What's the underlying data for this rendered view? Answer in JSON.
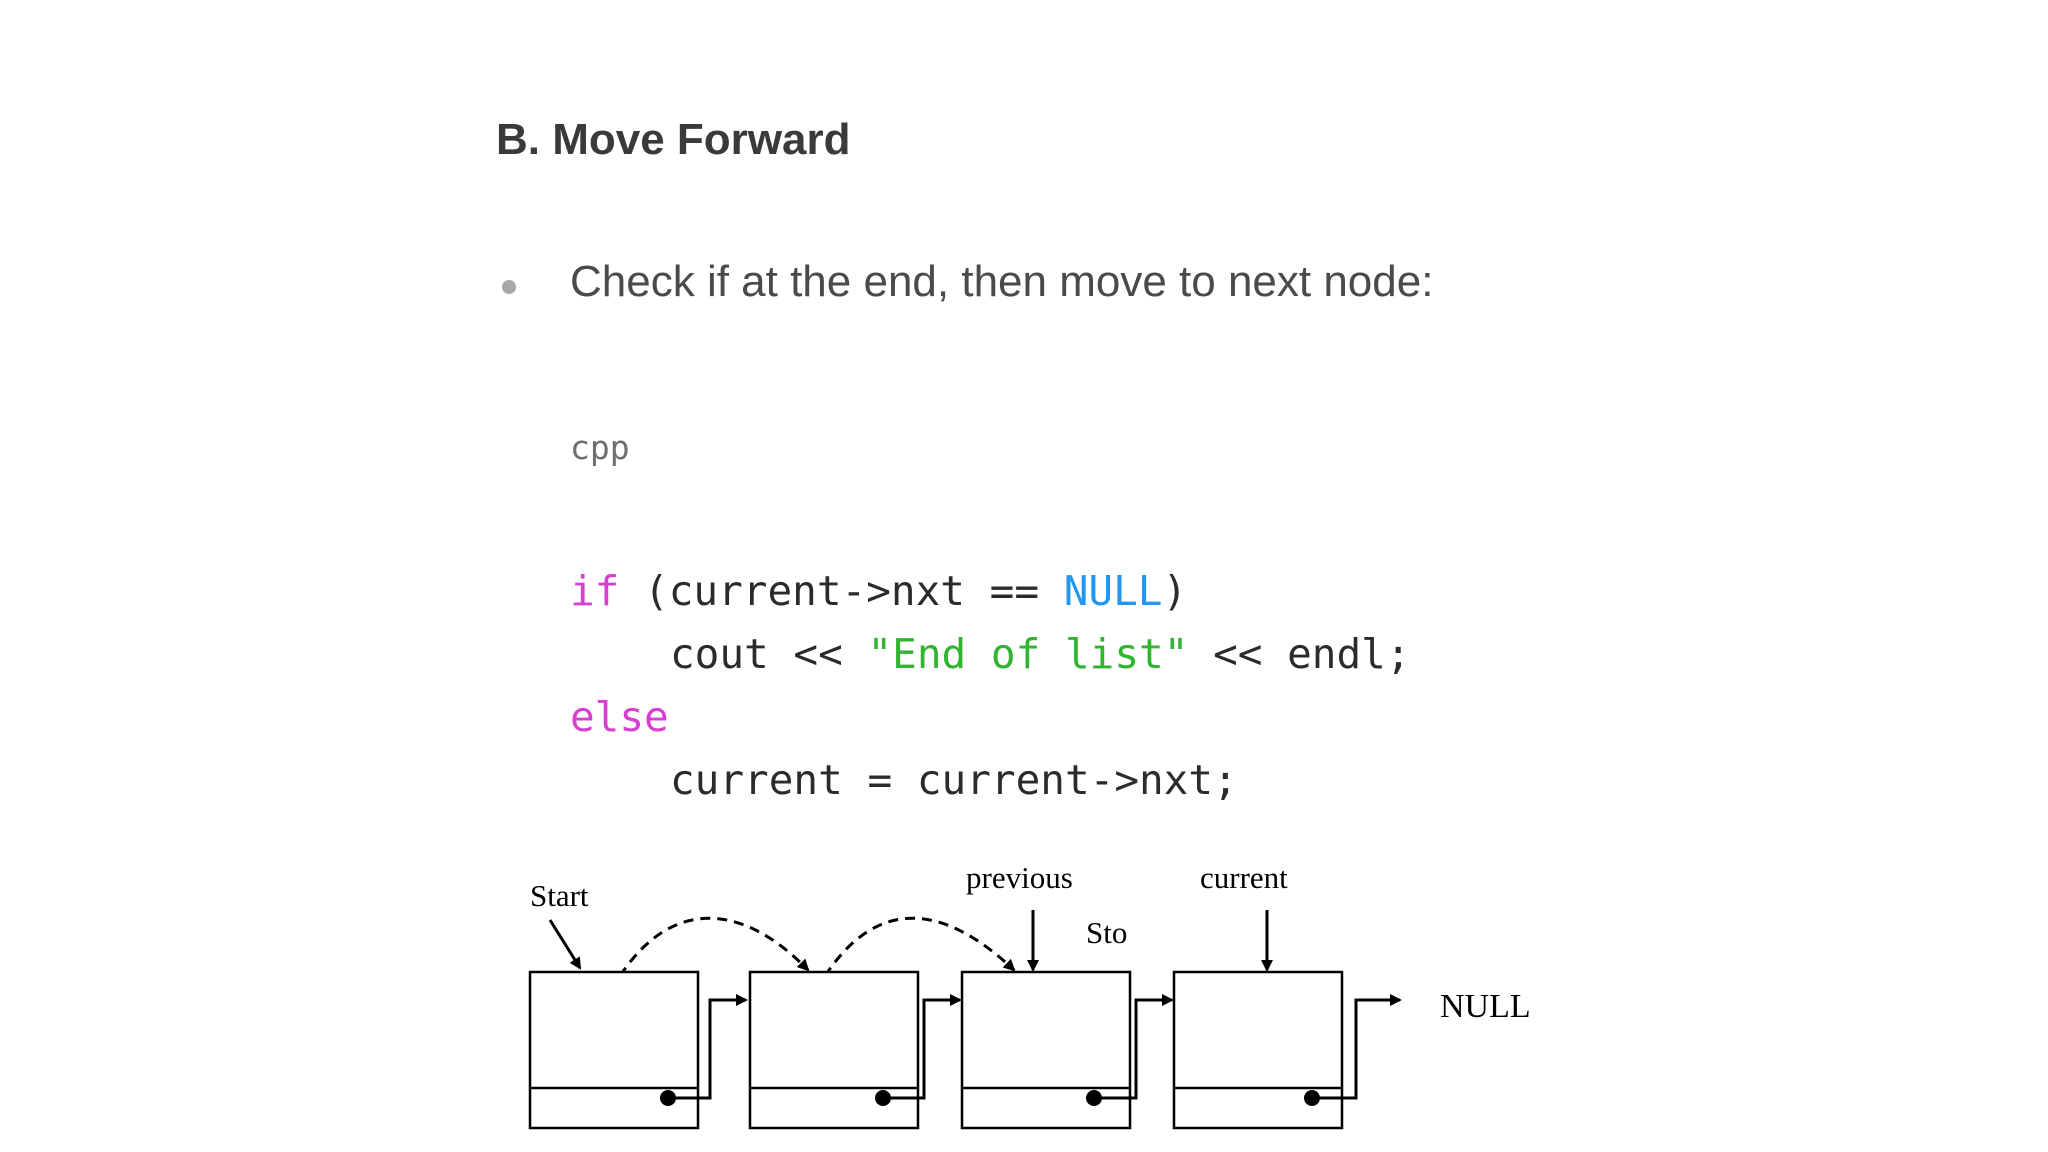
{
  "heading": "B. Move Forward",
  "bullet": {
    "text": "Check if at the end, then move to next node:"
  },
  "code": {
    "language": "cpp",
    "line1": {
      "kw": "if",
      "open": " (current->nxt == ",
      "const": "NULL",
      "close": ")"
    },
    "line2": {
      "pre": "cout << ",
      "str": "\"End of list\"",
      "post": " << endl;"
    },
    "line3": {
      "kw": "else"
    },
    "line4": {
      "text": "current = current->nxt;"
    }
  },
  "diagram": {
    "labels": {
      "start": "Start",
      "previous": "previous",
      "current": "current",
      "null": "NULL",
      "partial": "Sto"
    },
    "node_count": 4
  }
}
